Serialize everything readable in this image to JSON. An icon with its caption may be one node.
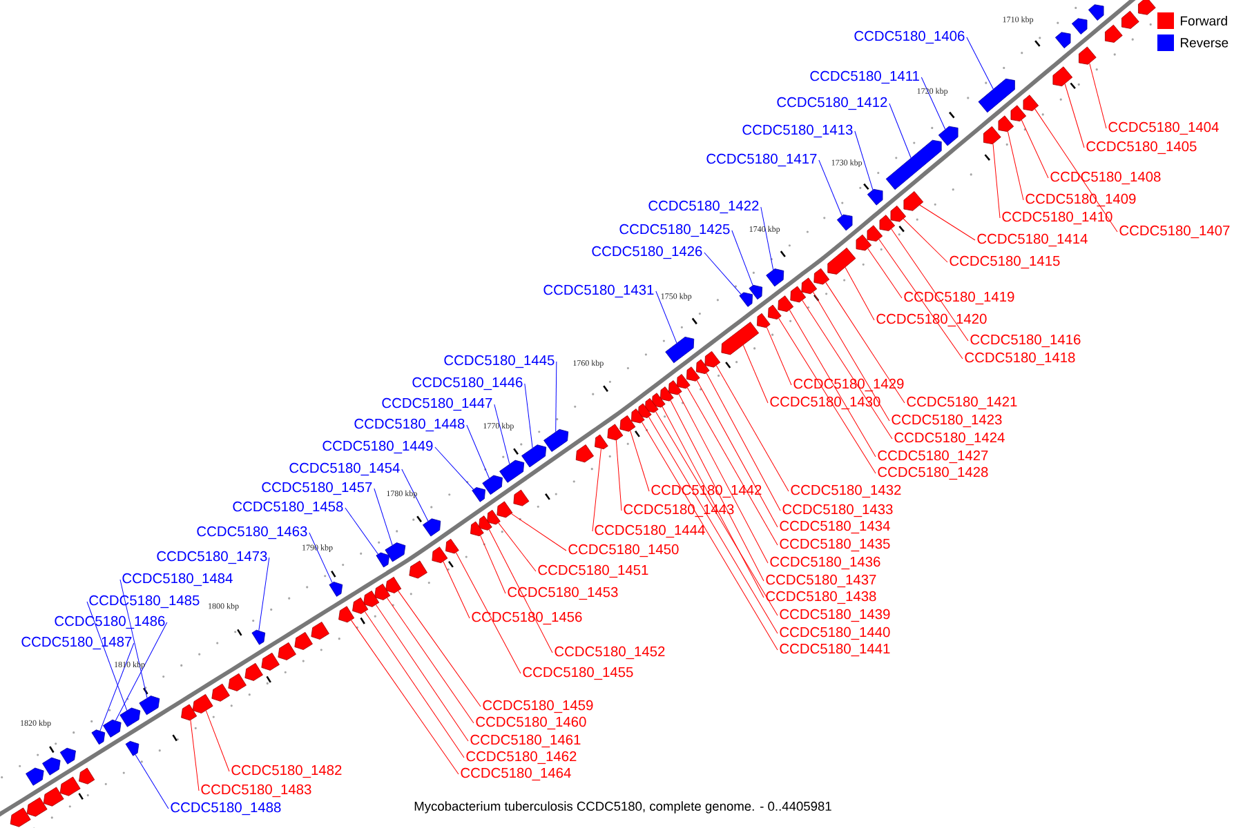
{
  "diagram": {
    "caption": "Mycobacterium tuberculosis CCDC5180, complete genome. - 0..4405981",
    "nodes": [
      {
        "text": [
          "CCDC5180_1404"
        ]
      },
      {
        "text": [],
        "shape": "arrow"
      },
      {
        "text": [
          "CCDC5180_1405"
        ]
      },
      {
        "text": [],
        "shape": "arrow"
      },
      {
        "text": [
          "CCDC5180_1406"
        ]
      },
      {
        "text": [],
        "shape": "arrow"
      },
      {
        "text": [
          "CCDC5180_1407"
        ]
      },
      {
        "text": [],
        "shape": "arrow"
      },
      {
        "text": [
          "CCDC5180_1408"
        ]
      },
      {
        "text": [],
        "shape": "arrow"
      },
      {
        "text": [
          "CCDC5180_1409"
        ]
      },
      {
        "text": [],
        "shape": "arrow"
      },
      {
        "text": [
          "CCDC5180_1410"
        ]
      },
      {
        "text": [],
        "shape": "arrow"
      },
      {
        "text": [
          "CCDC5180_1411"
        ]
      },
      {
        "text": [],
        "shape": "arrow"
      },
      {
        "text": [
          "CCDC5180_1412"
        ]
      },
      {
        "text": [],
        "shape": "arrow"
      },
      {
        "text": [
          "CCDC5180_1413"
        ]
      },
      {
        "text": [],
        "shape": "arrow"
      },
      {
        "text": [
          "CCDC5180_1414"
        ]
      },
      {
        "text": [],
        "shape": "arrow"
      },
      {
        "text": [
          "CCDC5180_1415"
        ]
      },
      {
        "text": [],
        "shape": "arrow"
      },
      {
        "text": [
          "CCDC5180_1416"
        ]
      },
      {
        "text": [],
        "shape": "arrow"
      },
      {
        "text": [
          "CCDC5180_1417"
        ]
      },
      {
        "text": [],
        "shape": "arrow"
      },
      {
        "text": [
          "CCDC5180_1418"
        ]
      },
      {
        "text": [],
        "shape": "arrow"
      },
      {
        "text": [
          "CCDC5180_1419"
        ]
      },
      {
        "text": [],
        "shape": "arrow"
      },
      {
        "text": [
          "CCDC5180_1420"
        ]
      },
      {
        "text": [],
        "shape": "arrow"
      },
      {
        "text": [
          "CCDC5180_1421"
        ]
      },
      {
        "text": [],
        "shape": "arrow"
      },
      {
        "text": [
          "CCDC5180_1422"
        ]
      },
      {
        "text": [],
        "shape": "arrow"
      },
      {
        "text": [
          "CCDC5180_1423"
        ]
      },
      {
        "text": [],
        "shape": "arrow"
      },
      {
        "text": [
          "CCDC5180_1424"
        ]
      },
      {
        "text": [],
        "shape": "arrow"
      },
      {
        "text": [
          "CCDC5180_1425"
        ]
      },
      {
        "text": [],
        "shape": "arrow"
      },
      {
        "text": [
          "CCDC5180_1426"
        ]
      },
      {
        "text": [],
        "shape": "arrow"
      },
      {
        "text": [
          "CCDC5180_1427"
        ]
      },
      {
        "text": [],
        "shape": "arrow"
      },
      {
        "text": [
          "CCDC5180_1428"
        ]
      },
      {
        "text": [],
        "shape": "arrow"
      },
      {
        "text": [
          "CCDC5180_1429"
        ]
      },
      {
        "text": [],
        "shape": "arrow"
      },
      {
        "text": [
          "CCDC5180_1430"
        ]
      },
      {
        "text": [],
        "shape": "arrow"
      },
      {
        "text": [
          "CCDC5180_1431"
        ]
      },
      {
        "text": [],
        "shape": "arrow"
      },
      {
        "text": [
          "CCDC5180_1432"
        ]
      },
      {
        "text": [],
        "shape": "arrow"
      },
      {
        "text": [
          "CCDC5180_1433"
        ]
      },
      {
        "text": [],
        "shape": "arrow"
      },
      {
        "text": [
          "CCDC5180_1434"
        ]
      },
      {
        "text": [],
        "shape": "arrow"
      },
      {
        "text": [
          "CCDC5180_1435"
        ]
      },
      {
        "text": [],
        "shape": "arrow"
      },
      {
        "text": [
          "CCDC5180_1436"
        ]
      },
      {
        "text": [],
        "shape": "arrow"
      },
      {
        "text": [
          "CCDC5180_1437"
        ]
      },
      {
        "text": [],
        "shape": "arrow"
      },
      {
        "text": [
          "CCDC5180_1438"
        ]
      },
      {
        "text": [],
        "shape": "arrow"
      },
      {
        "text": [
          "CCDC5180_1439"
        ]
      },
      {
        "text": [],
        "shape": "arrow"
      },
      {
        "text": [
          "CCDC5180_1440"
        ]
      },
      {
        "text": [],
        "shape": "arrow"
      },
      {
        "text": [
          "CCDC5180_1441"
        ]
      },
      {
        "text": [],
        "shape": "arrow"
      },
      {
        "text": [
          "CCDC5180_1442"
        ]
      },
      {
        "text": [],
        "shape": "arrow"
      },
      {
        "text": [
          "CCDC5180_1443"
        ]
      },
      {
        "text": [],
        "shape": "arrow"
      },
      {
        "text": [
          "CCDC5180_1444"
        ]
      },
      {
        "text": [],
        "shape": "arrow"
      },
      {
        "text": [
          "CCDC5180_1445"
        ]
      },
      {
        "text": [],
        "shape": "arrow"
      },
      {
        "text": [
          "CCDC5180_1446"
        ]
      },
      {
        "text": [],
        "shape": "arrow"
      },
      {
        "text": [
          "CCDC5180_1447"
        ]
      },
      {
        "text": [],
        "shape": "arrow"
      },
      {
        "text": [
          "CCDC5180_1448"
        ]
      },
      {
        "text": [],
        "shape": "arrow"
      },
      {
        "text": [
          "CCDC5180_1449"
        ]
      },
      {
        "text": [],
        "shape": "arrow"
      },
      {
        "text": [
          "CCDC5180_1450"
        ]
      },
      {
        "text": [],
        "shape": "arrow"
      },
      {
        "text": [
          "CCDC5180_1451"
        ]
      },
      {
        "text": [],
        "shape": "arrow"
      },
      {
        "text": [
          "CCDC5180_1452"
        ]
      },
      {
        "text": [],
        "shape": "arrow"
      },
      {
        "text": [
          "CCDC5180_1453"
        ]
      },
      {
        "text": [],
        "shape": "arrow"
      },
      {
        "text": [
          "CCDC5180_1454"
        ]
      },
      {
        "text": [],
        "shape": "arrow"
      },
      {
        "text": [
          "CCDC5180_1455"
        ]
      },
      {
        "text": [],
        "shape": "arrow"
      },
      {
        "text": [
          "CCDC5180_1456"
        ]
      },
      {
        "text": [],
        "shape": "arrow"
      },
      {
        "text": [
          "CCDC5180_1457"
        ]
      },
      {
        "text": [],
        "shape": "arrow"
      },
      {
        "text": [
          "CCDC5180_1458"
        ]
      },
      {
        "text": [],
        "shape": "arrow"
      },
      {
        "text": [
          "CCDC5180_1459"
        ]
      },
      {
        "text": [],
        "shape": "arrow"
      },
      {
        "text": [
          "CCDC5180_1460"
        ]
      },
      {
        "text": [],
        "shape": "arrow"
      },
      {
        "text": [
          "CCDC5180_1461"
        ]
      },
      {
        "text": [],
        "shape": "arrow"
      },
      {
        "text": [
          "CCDC5180_1462"
        ]
      },
      {
        "text": [],
        "shape": "arrow"
      },
      {
        "text": [
          "CCDC5180_1463"
        ]
      },
      {
        "text": [],
        "shape": "arrow"
      },
      {
        "text": [
          "CCDC5180_1464"
        ]
      },
      {
        "text": [],
        "shape": "arrow"
      },
      {
        "text": [
          "CCDC5180_1473"
        ]
      },
      {
        "text": [],
        "shape": "arrow"
      },
      {
        "text": [
          "CCDC5180_1482"
        ]
      },
      {
        "text": [],
        "shape": "arrow"
      },
      {
        "text": [
          "CCDC5180_1483"
        ]
      },
      {
        "text": [],
        "shape": "arrow"
      },
      {
        "text": [
          "CCDC5180_1484"
        ]
      },
      {
        "text": [],
        "shape": "arrow"
      },
      {
        "text": [
          "CCDC5180_1485"
        ]
      },
      {
        "text": [],
        "shape": "arrow"
      },
      {
        "text": [
          "CCDC5180_1486"
        ]
      },
      {
        "text": [],
        "shape": "arrow"
      },
      {
        "text": [
          "CCDC5180_1487"
        ]
      },
      {
        "text": [],
        "shape": "arrow"
      },
      {
        "text": [
          "CCDC5180_1488"
        ]
      },
      {
        "text": [],
        "shape": "arrow"
      },
      {
        "text": [],
        "shape": "arrow"
      },
      {
        "text": [],
        "shape": "arrow"
      },
      {
        "text": [],
        "shape": "arrow"
      },
      {
        "text": [],
        "shape": "arrow"
      },
      {
        "text": [],
        "shape": "arrow"
      },
      {
        "text": [],
        "shape": "arrow"
      },
      {
        "text": [],
        "shape": "arrow"
      },
      {
        "text": [],
        "shape": "arrow"
      },
      {
        "text": [],
        "shape": "arrow"
      },
      {
        "text": [],
        "shape": "arrow"
      },
      {
        "text": [],
        "shape": "arrow"
      },
      {
        "text": [],
        "shape": "arrow"
      },
      {
        "text": [],
        "shape": "arrow"
      },
      {
        "text": [],
        "shape": "arrow"
      },
      {
        "text": [],
        "shape": "arrow"
      },
      {
        "text": [],
        "shape": "arrow"
      },
      {
        "text": [],
        "shape": "arrow"
      },
      {
        "text": [],
        "shape": "arrow"
      },
      {
        "text": [],
        "shape": "arrow"
      },
      {
        "text": [],
        "shape": "arrow"
      },
      {
        "text": [],
        "shape": "arrow"
      },
      {
        "text": [],
        "shape": "arrow"
      },
      {
        "text": [],
        "shape": "arrow"
      },
      {
        "text": [],
        "shape": "arrow"
      }
    ],
    "edges": [
      {
        "from": 0,
        "to": 1,
        "arrow": "none"
      },
      {
        "from": 2,
        "to": 3,
        "arrow": "none"
      },
      {
        "from": 4,
        "to": 5,
        "arrow": "none",
        "color": "#0000ff"
      },
      {
        "from": 6,
        "to": 7,
        "arrow": "none"
      },
      {
        "from": 8,
        "to": 9,
        "arrow": "none"
      },
      {
        "from": 10,
        "to": 11,
        "arrow": "none"
      },
      {
        "from": 12,
        "to": 13,
        "arrow": "none"
      },
      {
        "from": 14,
        "to": 15,
        "arrow": "none",
        "color": "#0000ff"
      },
      {
        "from": 16,
        "to": 17,
        "arrow": "none",
        "color": "#0000ff"
      },
      {
        "from": 18,
        "to": 19,
        "arrow": "none",
        "color": "#0000ff"
      },
      {
        "from": 20,
        "to": 21,
        "arrow": "none"
      },
      {
        "from": 22,
        "to": 23,
        "arrow": "none"
      },
      {
        "from": 24,
        "to": 25,
        "arrow": "none"
      },
      {
        "from": 26,
        "to": 27,
        "arrow": "none",
        "color": "#0000ff"
      },
      {
        "from": 28,
        "to": 29,
        "arrow": "none"
      },
      {
        "from": 30,
        "to": 31,
        "arrow": "none"
      },
      {
        "from": 32,
        "to": 33,
        "arrow": "none"
      },
      {
        "from": 34,
        "to": 35,
        "arrow": "none"
      },
      {
        "from": 36,
        "to": 37,
        "arrow": "none",
        "color": "#0000ff"
      },
      {
        "from": 38,
        "to": 39,
        "arrow": "none"
      },
      {
        "from": 40,
        "to": 41,
        "arrow": "none"
      },
      {
        "from": 42,
        "to": 43,
        "arrow": "none",
        "color": "#0000ff"
      },
      {
        "from": 44,
        "to": 45,
        "arrow": "none",
        "color": "#0000ff"
      },
      {
        "from": 46,
        "to": 47,
        "arrow": "none"
      },
      {
        "from": 48,
        "to": 49,
        "arrow": "none"
      },
      {
        "from": 50,
        "to": 51,
        "arrow": "none"
      },
      {
        "from": 52,
        "to": 53,
        "arrow": "none"
      },
      {
        "from": 54,
        "to": 55,
        "arrow": "none",
        "color": "#0000ff"
      },
      {
        "from": 56,
        "to": 57,
        "arrow": "none"
      },
      {
        "from": 58,
        "to": 59,
        "arrow": "none"
      },
      {
        "from": 60,
        "to": 61,
        "arrow": "none"
      },
      {
        "from": 62,
        "to": 63,
        "arrow": "none"
      },
      {
        "from": 64,
        "to": 65,
        "arrow": "none"
      },
      {
        "from": 66,
        "to": 67,
        "arrow": "none"
      },
      {
        "from": 68,
        "to": 69,
        "arrow": "none"
      },
      {
        "from": 70,
        "to": 71,
        "arrow": "none"
      },
      {
        "from": 72,
        "to": 73,
        "arrow": "none"
      },
      {
        "from": 74,
        "to": 75,
        "arrow": "none"
      },
      {
        "from": 76,
        "to": 77,
        "arrow": "none"
      },
      {
        "from": 78,
        "to": 79,
        "arrow": "none"
      },
      {
        "from": 80,
        "to": 81,
        "arrow": "none"
      },
      {
        "from": 82,
        "to": 83,
        "arrow": "none",
        "color": "#0000ff"
      },
      {
        "from": 84,
        "to": 85,
        "arrow": "none",
        "color": "#0000ff"
      },
      {
        "from": 86,
        "to": 87,
        "arrow": "none",
        "color": "#0000ff"
      },
      {
        "from": 88,
        "to": 89,
        "arrow": "none",
        "color": "#0000ff"
      },
      {
        "from": 90,
        "to": 91,
        "arrow": "none",
        "color": "#0000ff"
      },
      {
        "from": 92,
        "to": 93,
        "arrow": "none"
      },
      {
        "from": 94,
        "to": 95,
        "arrow": "none"
      },
      {
        "from": 96,
        "to": 97,
        "arrow": "none"
      },
      {
        "from": 98,
        "to": 99,
        "arrow": "none"
      },
      {
        "from": 100,
        "to": 101,
        "arrow": "none",
        "color": "#0000ff"
      },
      {
        "from": 102,
        "to": 103,
        "arrow": "none"
      },
      {
        "from": 104,
        "to": 105,
        "arrow": "none"
      },
      {
        "from": 106,
        "to": 107,
        "arrow": "none",
        "color": "#0000ff"
      },
      {
        "from": 108,
        "to": 109,
        "arrow": "none",
        "color": "#0000ff"
      },
      {
        "from": 110,
        "to": 111,
        "arrow": "none"
      },
      {
        "from": 112,
        "to": 113,
        "arrow": "none"
      },
      {
        "from": 114,
        "to": 115,
        "arrow": "none"
      },
      {
        "from": 116,
        "to": 117,
        "arrow": "none"
      },
      {
        "from": 118,
        "to": 119,
        "arrow": "none",
        "color": "#0000ff"
      },
      {
        "from": 120,
        "to": 121,
        "arrow": "none"
      },
      {
        "from": 122,
        "to": 123,
        "arrow": "none",
        "color": "#0000ff"
      },
      {
        "from": 124,
        "to": 125,
        "arrow": "none"
      },
      {
        "from": 126,
        "to": 127,
        "arrow": "none"
      },
      {
        "from": 128,
        "to": 129,
        "arrow": "none",
        "color": "#0000ff"
      },
      {
        "from": 130,
        "to": 131,
        "arrow": "none",
        "color": "#0000ff"
      },
      {
        "from": 132,
        "to": 133,
        "arrow": "none",
        "color": "#0000ff"
      },
      {
        "from": 134,
        "to": 135,
        "arrow": "none",
        "color": "#0000ff"
      },
      {
        "from": 136,
        "to": 137,
        "arrow": "none",
        "color": "#0000ff"
      }
    ],
    "labels": [
      "1710 kbp",
      "1720 kbp",
      "1730 kbp",
      "1740 kbp",
      "1750 kbp",
      "1760 kbp",
      "1770 kbp",
      "1780 kbp",
      "1790 kbp",
      "1800 kbp",
      "1810 kbp",
      "1820 kbp"
    ],
    "legend": [
      {
        "text": "Forward",
        "color": "#ff0000"
      },
      {
        "text": "Reverse",
        "color": "#0000ff"
      }
    ]
  }
}
